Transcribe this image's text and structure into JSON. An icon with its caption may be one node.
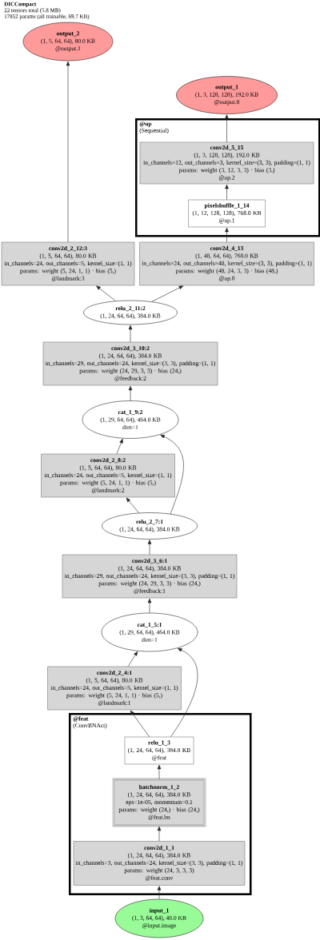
{
  "diagram": {
    "title": "DICCompact",
    "labels": [
      "22 tensors total (5.8 MB)",
      "17852 params (all trainable, 69.7 KB)"
    ],
    "nodes": [
      {
        "text": [
          "output_2",
          "(1, 5, 64, 64), 80.0 KB",
          "@output.1"
        ]
      },
      {
        "text": [
          "output_1",
          "(1, 3, 128, 128), 192.0 KB",
          "@output.0"
        ]
      },
      {
        "text": [
          "@up",
          "(Sequential)"
        ]
      },
      {
        "text": [
          "conv2d_5_15",
          "(1, 3, 128, 128), 192.0 KB",
          "in_channels=12, out_channels=3, kernel_size=(3, 3), padding=(1, 1)",
          "params: weight (3, 12, 3, 3) · bias (3,)",
          "@up.2"
        ],
        "in": 2
      },
      {
        "text": [
          "pixelshuffle_1_14",
          "(1, 12, 128, 128), 768.0 KB",
          "@up.1"
        ],
        "in": 2
      },
      {
        "text": [
          "conv2d_2_12:3",
          "(1, 5, 64, 64), 80.0 KB",
          "in_channels=24, out_channels=5, kernel_size=(1, 1)",
          "params: weight (5, 24, 1, 1) · bias (5,)",
          "@landmark:3"
        ]
      },
      {
        "text": [
          "conv2d_4_13",
          "(1, 48, 64, 64), 768.0 KB",
          "in_channels=24, out_channels=48, kernel_size=(3, 3), padding=(1, 1)",
          "params: weight (48, 24, 3, 3) · bias (48,)",
          "@up.0"
        ]
      },
      {
        "text": [
          "relu_2_11:2",
          "(1, 24, 64, 64), 384.0 KB"
        ]
      },
      {
        "text": [
          "conv2d_3_10:2",
          "(1, 24, 64, 64), 384.0 KB",
          "in_channels=29, out_channels=24, kernel_size=(3, 3), padding=(1, 1)",
          "params: weight (24, 29, 3, 3) · bias (24,)",
          "@feedback:2"
        ]
      },
      {
        "text": [
          "cat_1_9:2",
          "(1, 29, 64, 64), 464.0 KB",
          "dim=1"
        ]
      },
      {
        "text": [
          "conv2d_2_8:2",
          "(1, 5, 64, 64), 80.0 KB",
          "in_channels=24, out_channels=5, kernel_size=(1, 1)",
          "params: weight (5, 24, 1, 1) · bias (5,)",
          "@landmark:2"
        ]
      },
      {
        "text": [
          "relu_2_7:1",
          "(1, 24, 64, 64), 384.0 KB"
        ]
      },
      {
        "text": [
          "conv2d_3_6:1",
          "(1, 24, 64, 64), 384.0 KB",
          "in_channels=29, out_channels=24, kernel_size=(3, 3), padding=(1, 1)",
          "params: weight (24, 29, 3, 3) · bias (24,)",
          "@feedback:1"
        ]
      },
      {
        "text": [
          "cat_1_5:1",
          "(1, 29, 64, 64), 464.0 KB",
          "dim=1"
        ]
      },
      {
        "text": [
          "conv2d_2_4:1",
          "(1, 5, 64, 64), 80.0 KB",
          "in_channels=24, out_channels=5, kernel_size=(1, 1)",
          "params: weight (5, 24, 1, 1) · bias (5,)",
          "@landmark:1"
        ]
      },
      {
        "text": [
          "@feat",
          "(ConvBNAct)"
        ]
      },
      {
        "text": [
          "relu_1_3",
          "(1, 24, 64, 64), 384.0 KB",
          "@feat"
        ],
        "in": 15
      },
      {
        "text": [
          "batchnorm_1_2",
          "(1, 24, 64, 64), 384.0 KB",
          "eps=1e-05, momentum=0.1",
          "params: weight (24,) · bias (24,)",
          "@feat.bn"
        ],
        "in": 15
      },
      {
        "text": [
          "conv2d_1_1",
          "(1, 24, 64, 64), 384.0 KB",
          "in_channels=3, out_channels=24, kernel_size=(3, 3), padding=(1, 1)",
          "params: weight (24, 3, 3, 3)",
          "@feat.conv"
        ],
        "in": 15
      },
      {
        "text": [
          "input_1",
          "(1, 3, 64, 64), 48.0 KB",
          "@input.image"
        ]
      }
    ],
    "edges": [
      {
        "from": 19,
        "to": 18,
        "arrow": "to"
      },
      {
        "from": 18,
        "to": 17,
        "arrow": "to"
      },
      {
        "from": 17,
        "to": 16,
        "arrow": "to"
      },
      {
        "from": 16,
        "to": 14,
        "arrow": "to"
      },
      {
        "from": 16,
        "to": 13,
        "arrow": "to"
      },
      {
        "from": 14,
        "to": 13,
        "arrow": "to"
      },
      {
        "from": 13,
        "to": 12,
        "arrow": "to"
      },
      {
        "from": 12,
        "to": 11,
        "arrow": "to"
      },
      {
        "from": 11,
        "to": 10,
        "arrow": "to"
      },
      {
        "from": 11,
        "to": 9,
        "arrow": "to"
      },
      {
        "from": 10,
        "to": 9,
        "arrow": "to"
      },
      {
        "from": 9,
        "to": 8,
        "arrow": "to"
      },
      {
        "from": 8,
        "to": 7,
        "arrow": "to"
      },
      {
        "from": 7,
        "to": 5,
        "arrow": "to"
      },
      {
        "from": 7,
        "to": 6,
        "arrow": "to"
      },
      {
        "from": 6,
        "to": 4,
        "arrow": "to"
      },
      {
        "from": 4,
        "to": 3,
        "arrow": "to"
      },
      {
        "from": 3,
        "to": 1,
        "arrow": "to"
      },
      {
        "from": 5,
        "to": 0,
        "arrow": "to"
      }
    ]
  }
}
